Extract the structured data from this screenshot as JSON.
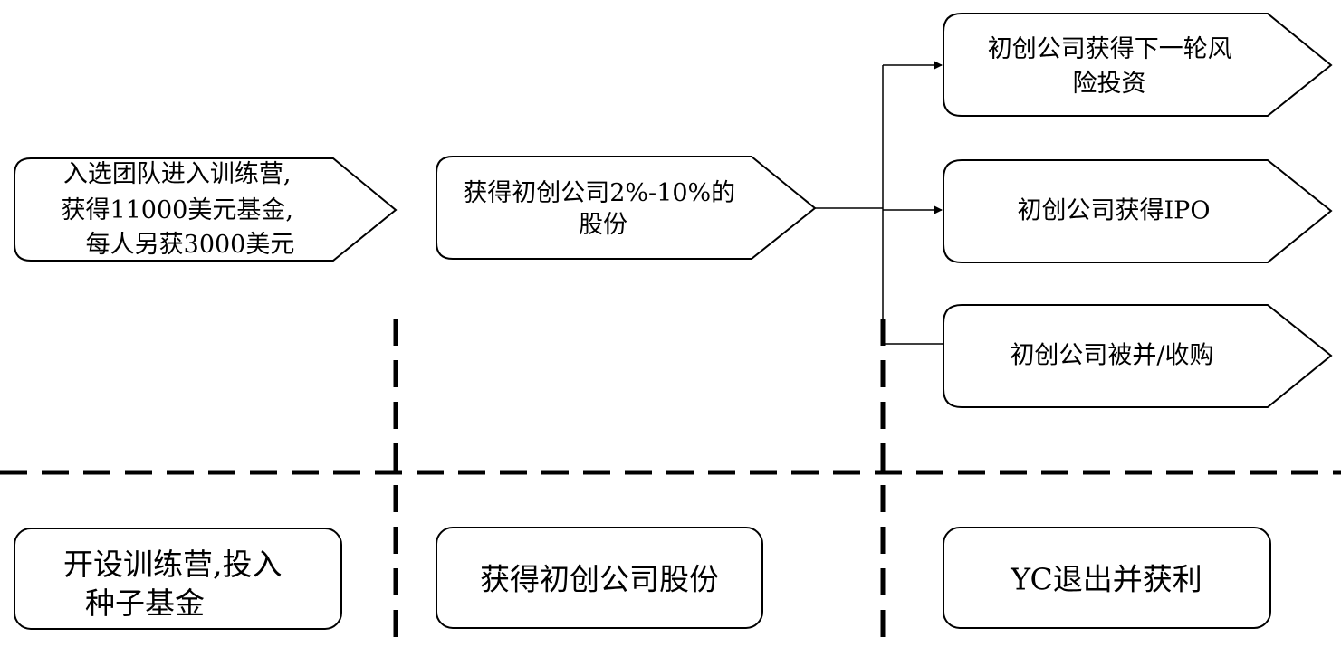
{
  "flow": {
    "team": [
      "入选团队进入训练营,",
      "获得11000美元基金,",
      "每人另获3000美元"
    ],
    "equity": [
      "获得初创公司2%-10%的",
      "股份"
    ],
    "outcomes": {
      "venture": [
        "初创公司获得下一轮风",
        "险投资"
      ],
      "ipo": "初创公司获得IPO",
      "acquired": "初创公司被并/收购"
    }
  },
  "stages": {
    "invest": [
      "开设训练营,投入",
      "种子基金"
    ],
    "equity": "获得初创公司股份",
    "exit": "YC退出并获利"
  }
}
